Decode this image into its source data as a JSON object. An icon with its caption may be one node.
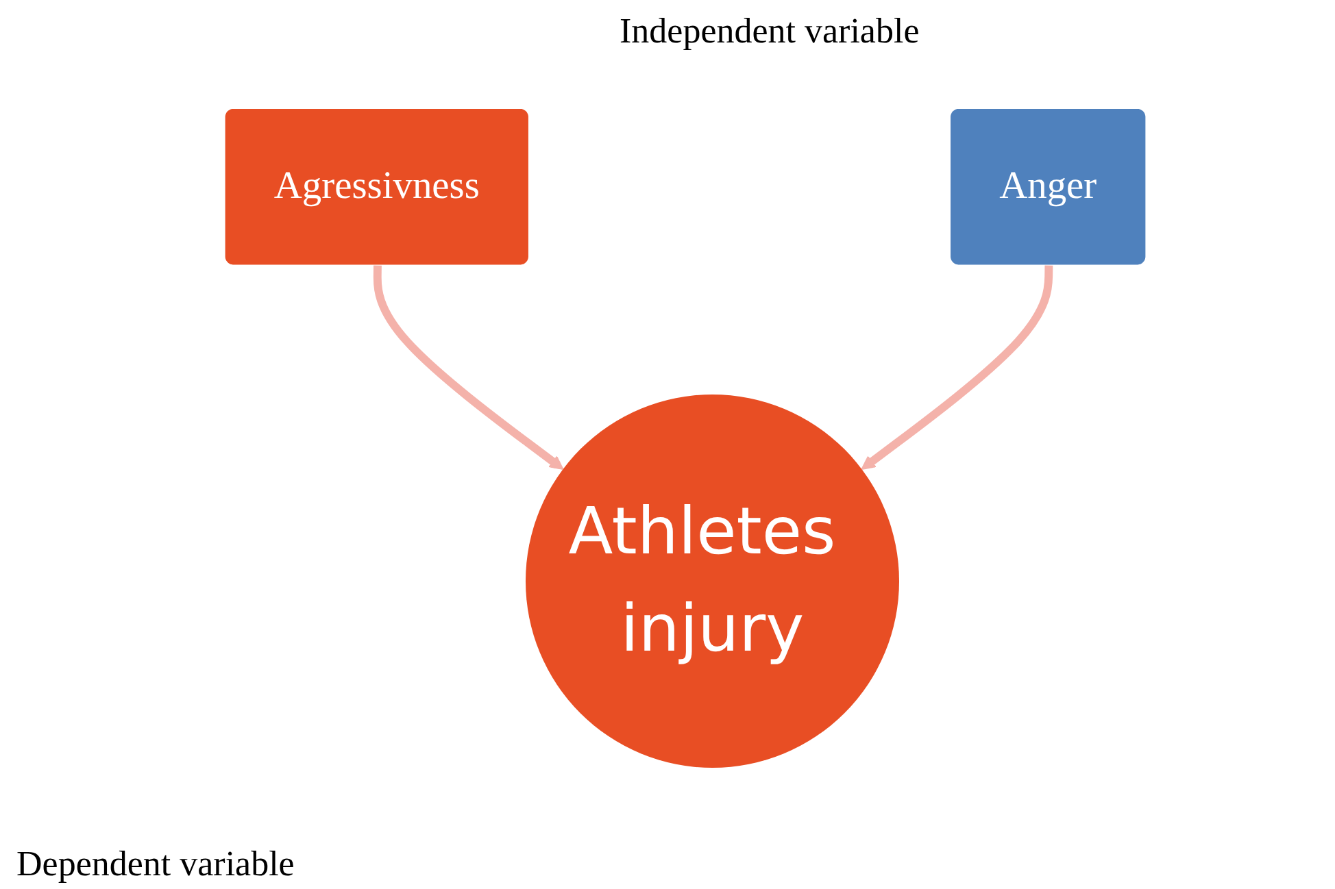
{
  "diagram": {
    "nodes": [
      {
        "text": [
          "Agressivness"
        ]
      },
      {
        "text": [
          "Anger"
        ]
      },
      {
        "text": [
          "Athletes injury"
        ]
      }
    ],
    "edges": [
      {
        "from": 0,
        "to": 2,
        "arrow": "to"
      },
      {
        "from": 1,
        "to": 2,
        "arrow": "to"
      }
    ],
    "labels": [
      "Independent variable",
      "Dependent variable"
    ]
  }
}
